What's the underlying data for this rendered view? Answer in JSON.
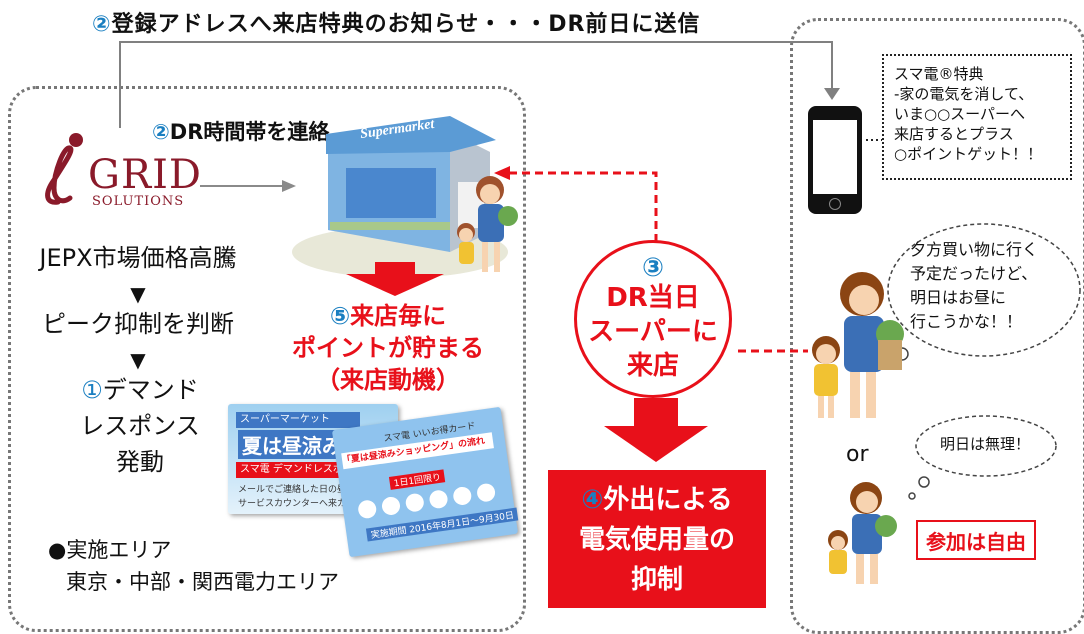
{
  "title": {
    "num": "②",
    "text": "登録アドレスへ来店特典のお知らせ・・・DR前日に送信"
  },
  "logo": {
    "i": "ℓ",
    "grid": "GRID",
    "solutions": "SOLUTIONS"
  },
  "dr_contact": {
    "num": "②",
    "text": "DR時間帯を連絡"
  },
  "store_sign": "Supermarket",
  "flow": [
    "JEPX市場価格高騰",
    "▼",
    "ピーク抑制を判断",
    "▼"
  ],
  "demand_response": {
    "num": "①",
    "line1": "デマンド",
    "line2": "レスポンス",
    "line3": "発動"
  },
  "points": {
    "num": "⑤",
    "line1": "来店毎に",
    "line2": "ポイントが貯まる",
    "line3": "（来店動機）"
  },
  "area": {
    "label": "●実施エリア",
    "value": "東京・中部・関西電力エリア"
  },
  "dr_day": {
    "num": "③",
    "line1": "DR当日",
    "line2": "スーパーに",
    "line3": "来店"
  },
  "result": {
    "num": "④",
    "line1": "外出による",
    "line2": "電気使用量の",
    "line3": "抑制"
  },
  "phone_msg": [
    "スマ電®特典",
    "-家の電気を消して、",
    "いま○○スーパーへ",
    "来店するとプラス",
    "○ポイントゲット！！"
  ],
  "thought1": [
    "夕方買い物に行く",
    "予定だったけど、",
    "明日はお昼に",
    "行こうかな！！"
  ],
  "thought2": "明日は無理！",
  "or": "or",
  "free": "参加は自由",
  "card1": {
    "top": "スーパーマーケット",
    "title": "夏は昼涼み",
    "band": "スマ電 デマンドレスポン",
    "line1": "メールでご連絡した日の昼日",
    "line2": "サービスカウンターへ来カード"
  },
  "card2": {
    "top": "スマ電 いいお得カード",
    "title": "「夏は昼涼みショッピング」の流れ",
    "badge": "1日1回限り",
    "period": "実施期間 2016年8月1日〜9月30日"
  },
  "colors": {
    "red": "#e8101a",
    "blue": "#1a7fc1",
    "maroon": "#8a1a2a"
  }
}
